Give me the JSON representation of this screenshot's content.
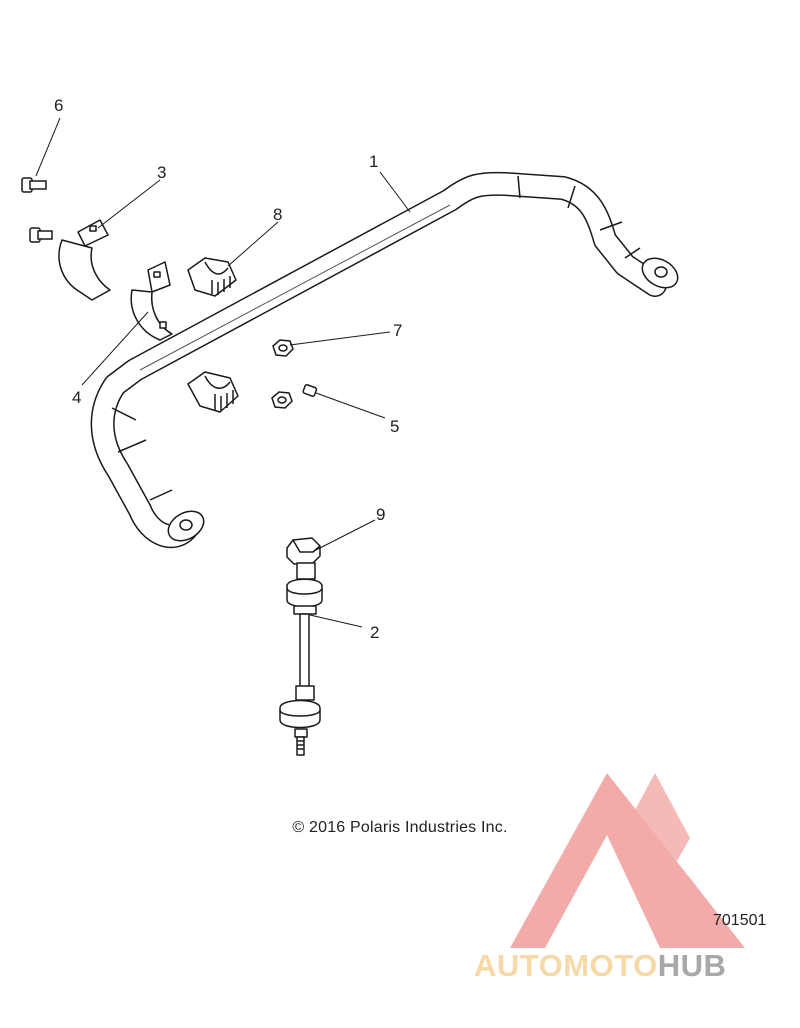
{
  "callouts": [
    {
      "id": "1",
      "label": "1"
    },
    {
      "id": "2",
      "label": "2"
    },
    {
      "id": "3",
      "label": "3"
    },
    {
      "id": "4",
      "label": "4"
    },
    {
      "id": "5",
      "label": "5"
    },
    {
      "id": "6",
      "label": "6"
    },
    {
      "id": "7",
      "label": "7"
    },
    {
      "id": "8",
      "label": "8"
    },
    {
      "id": "9",
      "label": "9"
    }
  ],
  "copyright": "© 2016 Polaris Industries Inc.",
  "diagram_id": "701501",
  "watermark": {
    "part1": "AUTO",
    "part2": "MOTO",
    "part3": "HUB",
    "colors": {
      "logo": "#f2a3a0",
      "text_light": "#f7d9a8",
      "text_dark": "#a8a8a8"
    }
  }
}
